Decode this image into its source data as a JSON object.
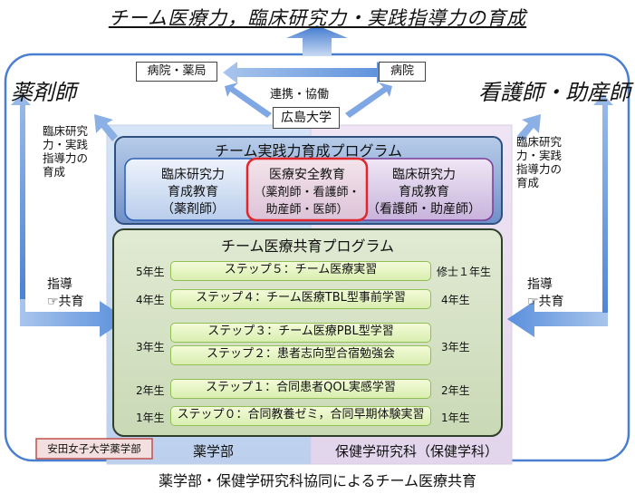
{
  "title": "チーム医療力，臨床研究力・実践指導力の育成",
  "bottom_caption": "薬学部・保健学研究科協同によるチーム医療共育",
  "left_side": {
    "label": "薬剤師",
    "note": [
      "臨床研究",
      "力・実践",
      "指導力の",
      "育成"
    ],
    "guidance": [
      "指導",
      "☞共育"
    ]
  },
  "right_side": {
    "label": "看護師・助産師",
    "note": [
      "臨床研究",
      "力・実践",
      "指導力の",
      "育成"
    ],
    "guidance": [
      "指導",
      "☞共育"
    ]
  },
  "top": {
    "box_left": "病院・薬局",
    "box_right": "病院",
    "collab": "連携・協働",
    "center": "広島大学"
  },
  "practice_program": {
    "title": "チーム実践力育成プログラム",
    "left": [
      "臨床研究力",
      "育成教育",
      "（薬剤師）"
    ],
    "center": [
      "医療安全教育",
      "（薬剤師・看護師・",
      "助産師・医師）"
    ],
    "right": [
      "臨床研究力",
      "育成教育",
      "（看護師・助産師）"
    ]
  },
  "shared_program": {
    "title": "チーム医療共育プログラム",
    "steps": [
      {
        "left_year": "5年生",
        "label": "ステップ５：チーム医療実習",
        "right_year": "修士１年生"
      },
      {
        "left_year": "4年生",
        "label": "ステップ４：チーム医療TBL型事前学習",
        "right_year": "4年生"
      },
      {
        "left_year": "3年生",
        "label": "ステップ３：チーム医療PBL型学習",
        "right_year": "3年生"
      },
      {
        "left_year": "",
        "label": "ステップ２：患者志向型合宿勉強会",
        "right_year": ""
      },
      {
        "left_year": "2年生",
        "label": "ステップ１：合同患者QOL実感学習",
        "right_year": "2年生"
      },
      {
        "left_year": "1年生",
        "label": "ステップ０：合同教養ゼミ，合同早期体験実習",
        "right_year": "1年生"
      }
    ]
  },
  "footer": {
    "yasuda": "安田女子大学薬学部",
    "pharmacy": "薬学部",
    "health": "保健学研究科（保健学科）"
  }
}
